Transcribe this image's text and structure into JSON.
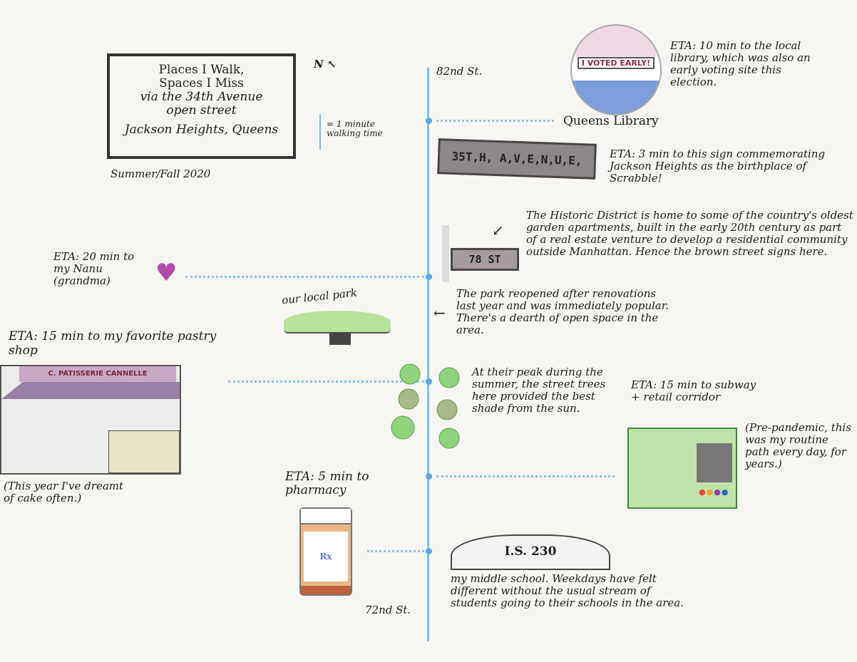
{
  "title": {
    "lines": [
      "Places I Walk,",
      "Spaces I Miss",
      "via the 34th Avenue",
      "open street",
      "Jackson Heights, Queens"
    ],
    "season": "Summer/Fall 2020"
  },
  "legend": {
    "north": "N",
    "scale": "= 1 minute walking time"
  },
  "streets": {
    "top": "82nd St.",
    "bottom": "72nd St."
  },
  "places": {
    "library": {
      "badge": "I VOTED EARLY!",
      "label": "Queens Library",
      "note": "ETA: 10 min to the local library, which was also an early voting site this election."
    },
    "scrabble": {
      "sign": "35T,H, A,V,E,N,U,E,",
      "note": "ETA: 3 min to this sign commemorating Jackson Heights as the birthplace of Scrabble!"
    },
    "historic": {
      "sign": "78 ST",
      "note": "The Historic District is home to some of the country's oldest garden apartments, built in the early 20th century as part of a real estate venture to develop a residential community outside Manhattan. Hence the brown street signs here."
    },
    "nanu": {
      "note": "ETA: 20 min to my Nanu (grandma)"
    },
    "park": {
      "label": "our local park",
      "note": "The park reopened after renovations last year and was immediately popular. There's a dearth of open space in the area."
    },
    "pastry": {
      "note": "ETA: 15 min to my favorite pastry shop",
      "awning": "C. PATISSERIE CANNELLE",
      "aside": "(This year I've dreamt of cake often.)"
    },
    "trees": {
      "note": "At their peak during the summer, the street trees here provided the best shade from the sun."
    },
    "subway": {
      "note": "ETA: 15 min to subway + retail corridor",
      "aside": "(Pre-pandemic, this was my routine path every day, for years.)"
    },
    "pharmacy": {
      "note": "ETA: 5 min to pharmacy",
      "rx": "Rx"
    },
    "school": {
      "sign": "I.S. 230",
      "note": "my middle school. Weekdays have felt different without the usual stream of students going to their schools in the area."
    }
  },
  "colors": {
    "street": "#7cc0ea",
    "heart": "#b04aa8",
    "green": "#7cc46a",
    "awning": "#9a7fa6"
  }
}
